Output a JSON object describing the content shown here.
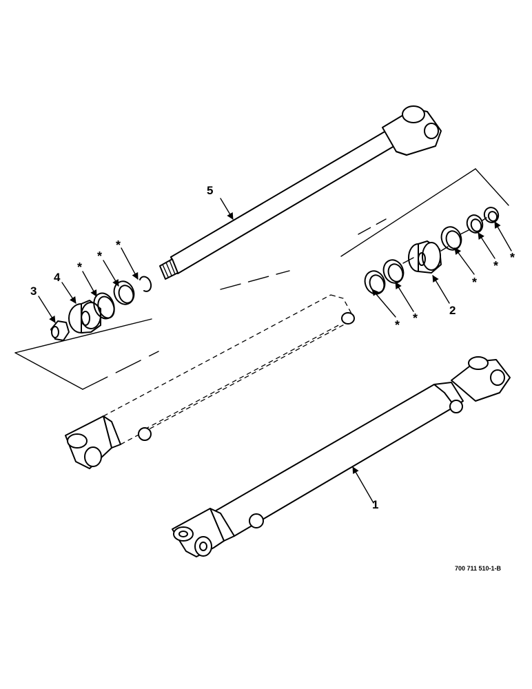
{
  "diagram": {
    "callouts": {
      "c1": "1",
      "c2": "2",
      "c3": "3",
      "c4": "4",
      "c5": "5"
    },
    "seal_marker": "*",
    "figure_ref": "700 711 510-1-B"
  }
}
